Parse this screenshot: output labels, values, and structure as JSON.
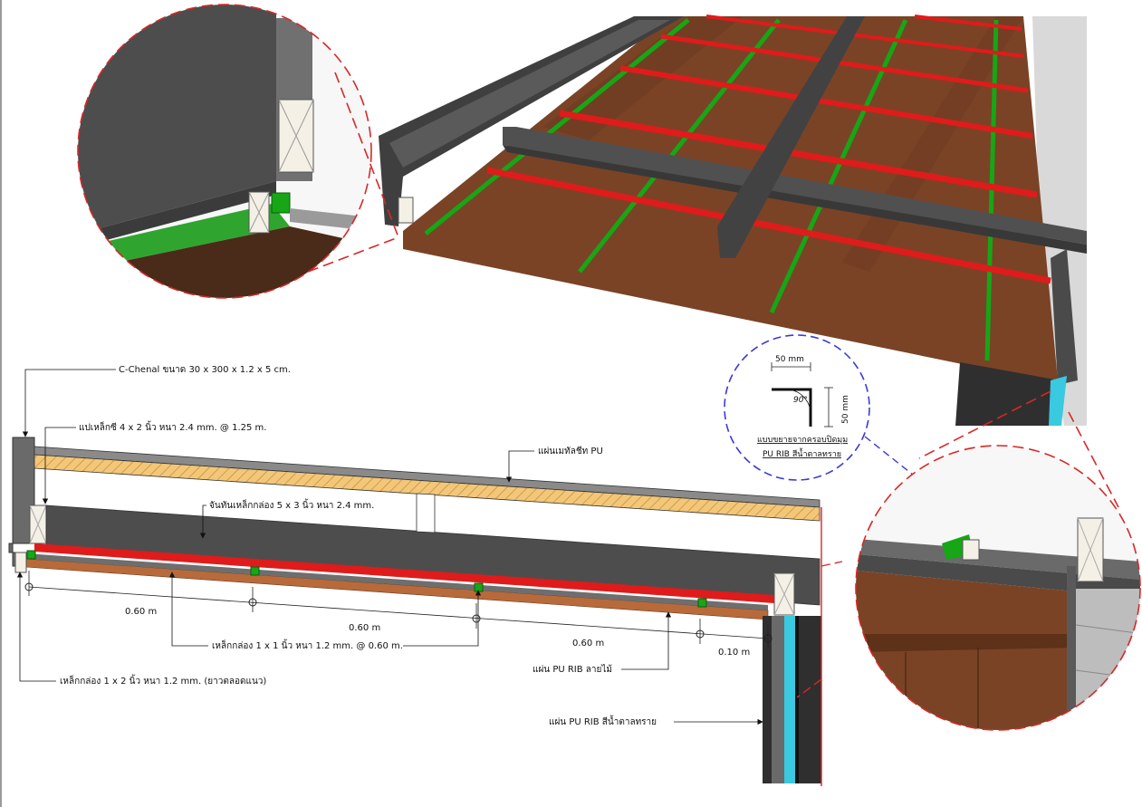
{
  "colors": {
    "panel_brown": "#7a4326",
    "rib_red": "#e01b1b",
    "runner_green": "#16a616",
    "steel_dark": "#464646",
    "steel_mid": "#6e6e6e",
    "pu_hatch": "#f2c77a",
    "wood_strip": "#b86a3a",
    "cyan_panel": "#39c9e0",
    "callout_red": "#d62828",
    "callout_blue": "#3a3ad6"
  },
  "labels": {
    "c_chenal": "C-Chenal ขนาด 30 x 300 x 1.2 x 5 cm.",
    "purlin": "แปเหล็กซี 4 x 2 นิ้ว หนา 2.4 mm. @ 1.25 m.",
    "metal_sheet": "แผ่นเมทัลชีท PU",
    "rafter": "จันทันเหล็กกล่อง 5 x 3 นิ้ว หนา 2.4 mm.",
    "box_1x1": "เหล็กกล่อง 1 x 1 นิ้ว หนา 1.2 mm. @ 0.60 m.",
    "box_1x2": "เหล็กกล่อง 1 x 2 นิ้ว หนา 1.2 mm. (ยาวตลอดแนว)",
    "pu_rib_wood": "แผ่น PU RIB ลายไม้",
    "pu_rib_brown": "แผ่น PU RIB สีน้ำตาลทราย"
  },
  "dimensions": {
    "d1": "0.60 m",
    "d2": "0.60 m",
    "d3": "0.60 m",
    "d4": "0.10 m"
  },
  "corner_detail": {
    "width": "50 mm",
    "height": "50 mm",
    "angle": "90°",
    "caption_1": "แบบขยายจากครอบปิดมุม",
    "caption_2": "PU RIB สีน้ำตาลทราย"
  }
}
